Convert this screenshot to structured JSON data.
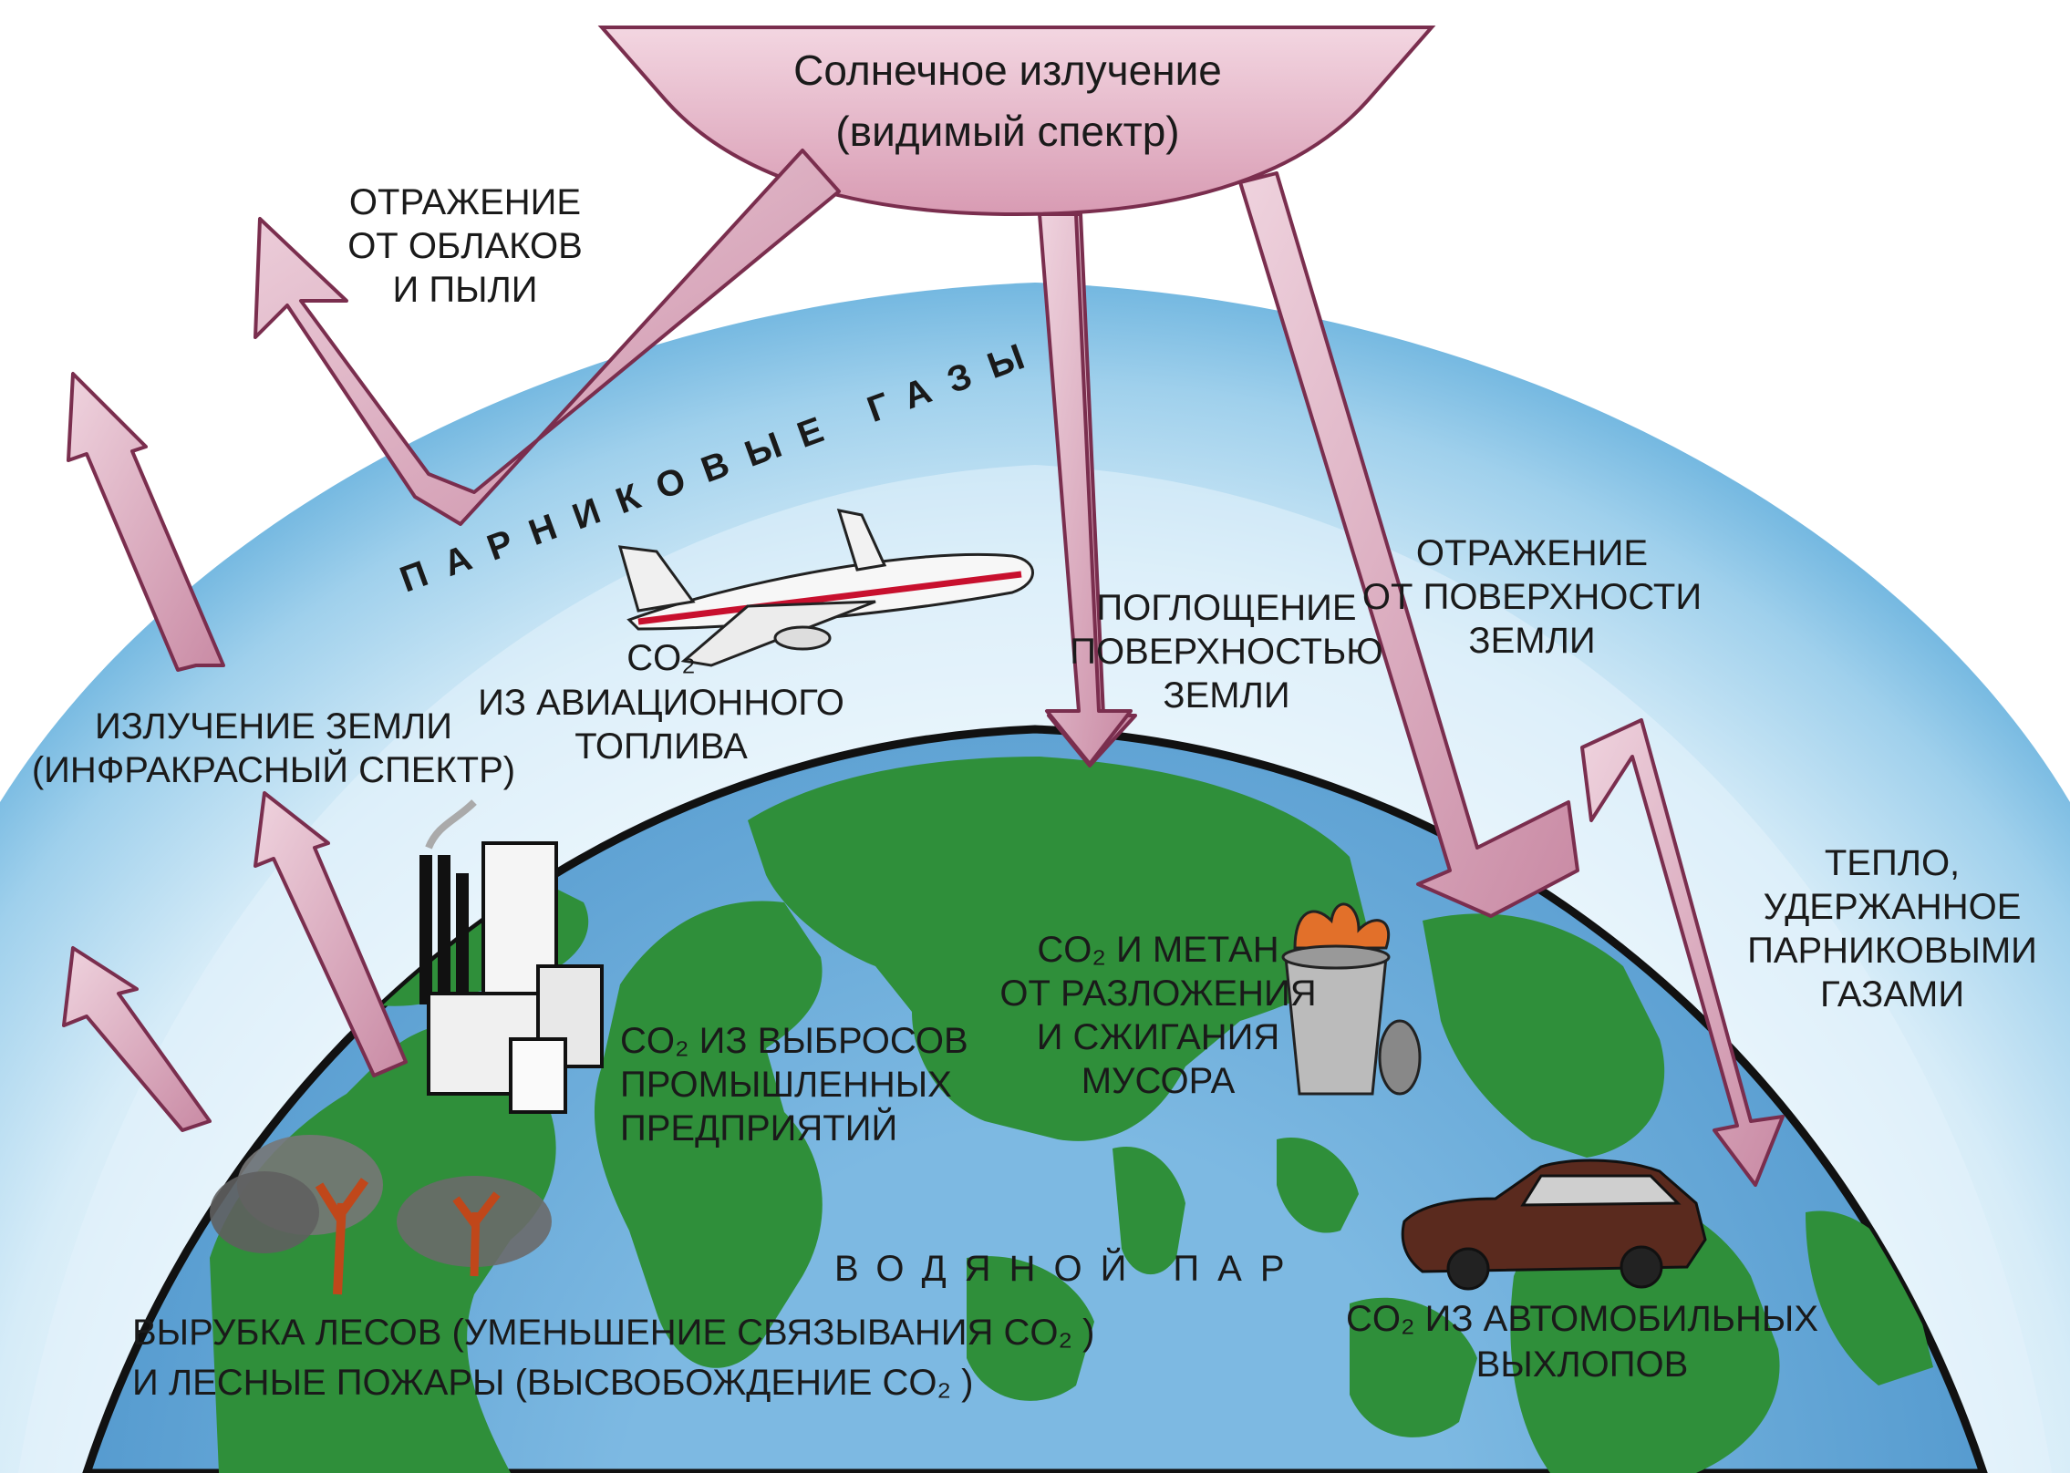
{
  "diagram": {
    "sun_title_line1": "Солнечное излучение",
    "sun_title_line2": "(видимый спектр)",
    "reflect_clouds": [
      "ОТРАЖЕНИЕ",
      "ОТ ОБЛАКОВ",
      "И ПЫЛИ"
    ],
    "greenhouse_gases": "ПАРНИКОВЫЕ ГАЗЫ",
    "earth_radiation": [
      "ИЗЛУЧЕНИЕ ЗЕМЛИ",
      "(ИНФРАКРАСНЫЙ СПЕКТР)"
    ],
    "aviation": [
      "CO₂",
      "ИЗ АВИАЦИОННОГО",
      "ТОПЛИВА"
    ],
    "absorption": [
      "ПОГЛОЩЕНИЕ",
      "ПОВЕРХНОСТЬЮ",
      "ЗЕМЛИ"
    ],
    "reflect_surface": [
      "ОТРАЖЕНИЕ",
      "ОТ ПОВЕРХНОСТИ",
      "ЗЕМЛИ"
    ],
    "heat_retained": [
      "ТЕПЛО,",
      "УДЕРЖАННОЕ",
      "ПАРНИКОВЫМИ",
      "ГАЗАМИ"
    ],
    "industry": [
      "CO₂ ИЗ ВЫБРОСОВ",
      "ПРОМЫШЛЕННЫХ",
      "ПРЕДПРИЯТИЙ"
    ],
    "garbage": [
      "CO₂ И МЕТАН",
      "ОТ РАЗЛОЖЕНИЯ",
      "И СЖИГАНИЯ",
      "МУСОРА"
    ],
    "water_vapor": "ВОДЯНОЙ ПАР",
    "deforestation": [
      "ВЫРУБКА ЛЕСОВ (УМЕНЬШЕНИЕ СВЯЗЫВАНИЯ CO₂ )",
      "И ЛЕСНЫЕ ПОЖАРЫ (ВЫСВОБОЖДЕНИЕ  CO₂ )"
    ],
    "cars": [
      "CO₂ ИЗ АВТОМОБИЛЬНЫХ",
      "ВЫХЛОПОВ"
    ]
  },
  "colors": {
    "arrow_fill": "#d9a6bb",
    "arrow_stroke": "#7a2e4e",
    "sun_fill": "#e3b6c7",
    "atmosphere_outer": "#8ec9e8",
    "atmosphere_inner": "#d8eef9",
    "ocean": "#5fa6d6",
    "land": "#2f8f3a"
  }
}
